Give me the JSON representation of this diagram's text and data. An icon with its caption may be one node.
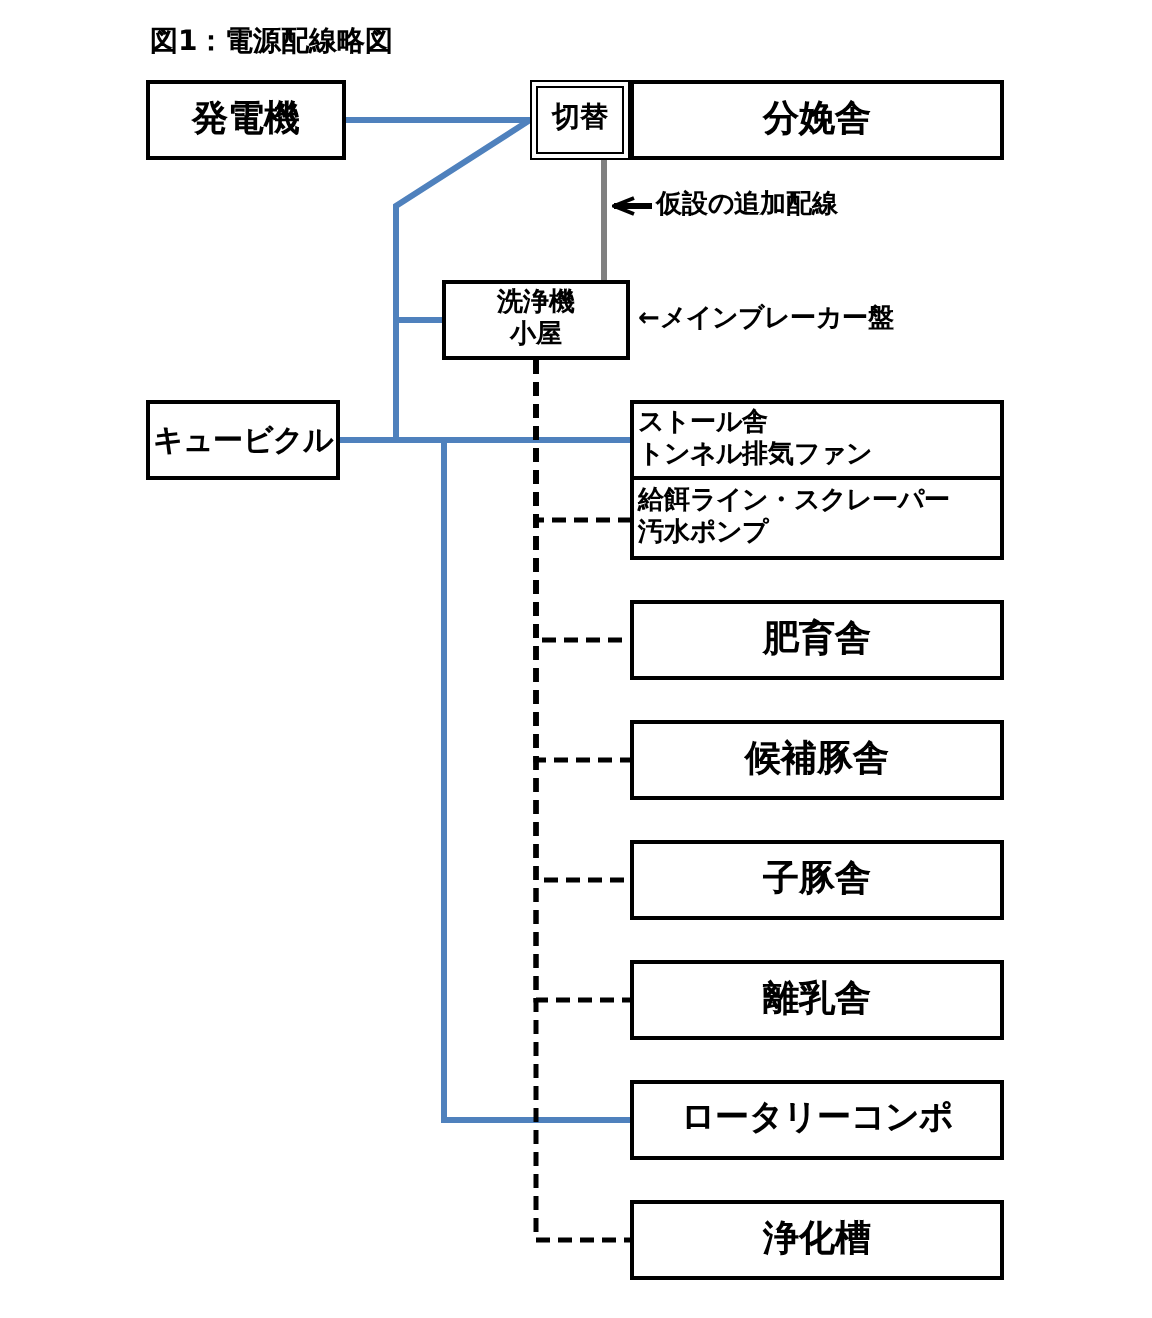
{
  "diagram": {
    "title": "図1：電源配線略図",
    "nodes": [
      {
        "text": [
          "発電機"
        ]
      },
      {
        "text": [
          "切替"
        ]
      },
      {
        "text": [
          "分娩舎"
        ]
      },
      {
        "text": [
          "仮設の追加配線"
        ]
      },
      {
        "text": [
          "洗浄機小屋"
        ],
        "beside": [
          "←メインブレーカー盤"
        ]
      },
      {
        "text": [
          "キュービクル"
        ]
      },
      {
        "text": [
          "ストール舎",
          "トンネル排気ファン"
        ]
      },
      {
        "text": [
          "給餌ライン・スクレーパー",
          "汚水ポンプ"
        ]
      },
      {
        "text": [
          "肥育舎"
        ]
      },
      {
        "text": [
          "候補豚舎"
        ]
      },
      {
        "text": [
          "子豚舎"
        ]
      },
      {
        "text": [
          "離乳舎"
        ]
      },
      {
        "text": [
          "ロータリーコンポ"
        ]
      },
      {
        "text": [
          "浄化槽"
        ]
      }
    ],
    "edges": [
      {
        "from": 0,
        "to": 1,
        "arrow": "none",
        "color": "#4f81bd"
      },
      {
        "from": 5,
        "to": 1,
        "arrow": "none",
        "color": "#4f81bd"
      },
      {
        "from": 5,
        "to": 4,
        "arrow": "none",
        "color": "#4f81bd"
      },
      {
        "from": 5,
        "to": 6,
        "arrow": "none",
        "color": "#4f81bd"
      },
      {
        "from": 5,
        "to": 12,
        "arrow": "none",
        "color": "#4f81bd"
      },
      {
        "from": 1,
        "to": 4,
        "arrow": "none",
        "color": "#808080"
      },
      {
        "from": 3,
        "to": null,
        "arrow": "to"
      },
      {
        "from": 4,
        "to": 7,
        "arrow": "none",
        "style": "dashed"
      },
      {
        "from": 4,
        "to": 8,
        "arrow": "none",
        "style": "dashed"
      },
      {
        "from": 4,
        "to": 9,
        "arrow": "none",
        "style": "dashed"
      },
      {
        "from": 4,
        "to": 10,
        "arrow": "none",
        "style": "dashed"
      },
      {
        "from": 4,
        "to": 11,
        "arrow": "none",
        "style": "dashed"
      },
      {
        "from": 4,
        "to": 13,
        "arrow": "none",
        "style": "dashed"
      }
    ]
  }
}
